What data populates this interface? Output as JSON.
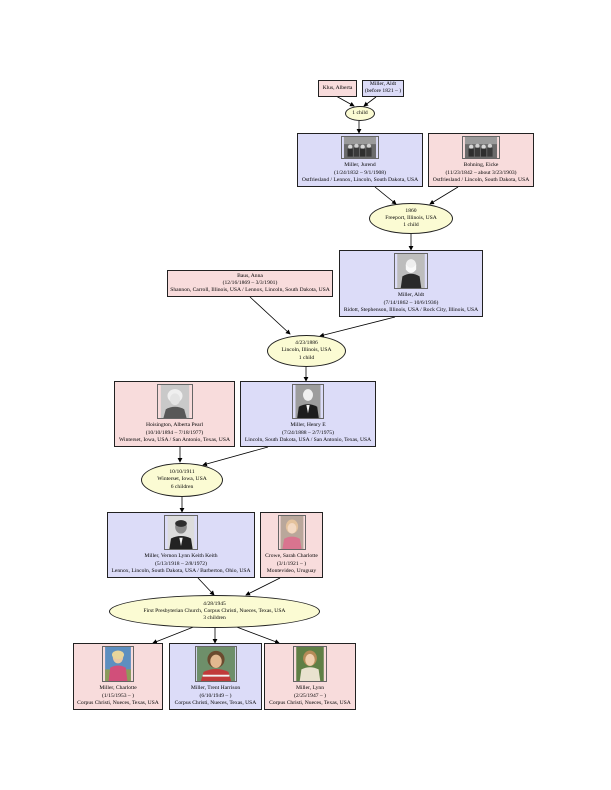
{
  "people": {
    "alberta_klus": {
      "lines": [
        "Klus, Alberta"
      ]
    },
    "aldt_miller_sr": {
      "lines": [
        "Miller, Aldt",
        "(before 1821 – )"
      ]
    },
    "jurend": {
      "lines": [
        "Miller, Jurend",
        "(1/24/1832 – 9/1/1908)",
        "Ostfriesland / Lennox, Lincoln, South Dakota, USA"
      ]
    },
    "eicke": {
      "lines": [
        "Bohning, Eicke",
        "(11/23/1842 – about 3/23/1903)",
        "Ostfriesland / Lincoln, South Dakota, USA"
      ]
    },
    "anna": {
      "lines": [
        "Baus, Anna",
        "(12/16/1869 – 3/3/1901)",
        "Shannon, Carroll, Illinois, USA / Lennox, Lincoln, South Dakota, USA"
      ]
    },
    "aldt": {
      "lines": [
        "Miller, Aldt",
        "(7/14/1862 – 10/6/1936)",
        "Ridott, Stephenson, Illinois, USA / Rock City, Illinois, USA"
      ]
    },
    "alberta_pearl": {
      "lines": [
        "Hoisington, Alberta Pearl",
        "(10/10/1894 – 7/18/1977)",
        "Winterset, Iowa, USA / San Antonio, Texas, USA"
      ]
    },
    "henry": {
      "lines": [
        "Miller, Henry E",
        "(7/24/1888 – 2/7/1975)",
        "Lincoln, South Dakota, USA / San Antonio, Texas, USA"
      ]
    },
    "vernon": {
      "lines": [
        "Miller, Vernon Lynn Keith Keith",
        "(5/13/1918 – 2/8/1972)",
        "Lennox, Lincoln, South Dakota, USA / Barberton, Ohio, USA"
      ]
    },
    "sarah": {
      "lines": [
        "Crowe, Sarah Charlotte",
        "(3/1/1921 – )",
        "Montevideo, Uruguay"
      ]
    },
    "charlotte": {
      "lines": [
        "Miller, Charlotte",
        "(1/15/1953 – )",
        "Corpus Christi, Nueces, Texas, USA"
      ]
    },
    "trent": {
      "lines": [
        "Miller, Trent Harrison",
        "(6/10/1949 – )",
        "Corpus Christi, Nueces, Texas, USA"
      ]
    },
    "lynn": {
      "lines": [
        "Miller, Lynn",
        "(2/25/1947 – )",
        "Corpus Christi, Nueces, Texas, USA"
      ]
    }
  },
  "families": {
    "f1": {
      "lines": [
        "1 child"
      ]
    },
    "f2": {
      "lines": [
        "1860",
        "Freeport, Illinois, USA",
        "1 child"
      ]
    },
    "f3": {
      "lines": [
        "4/23/1886",
        "Lincoln, Illinois, USA",
        "1 child"
      ]
    },
    "f4": {
      "lines": [
        "10/10/1911",
        "Winterset, Iowa, USA",
        "6 children"
      ]
    },
    "f5": {
      "lines": [
        "4/28/1945",
        "First Presbyterian Church, Corpus Christi, Nueces, Texas, USA",
        "3 children"
      ]
    }
  },
  "colors": {
    "male": "#dcdcf8",
    "female": "#f8dcdc",
    "family": "#fbfbd3",
    "edge": "#000000"
  }
}
